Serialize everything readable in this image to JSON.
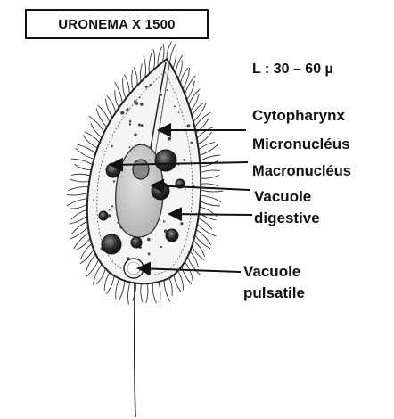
{
  "title": "URONEMA X 1500",
  "size_label": "L :  30 – 60 µ",
  "labels": {
    "cytopharynx": "Cytopharynx",
    "micronucleus": "Micronucléus",
    "macronucleus": "Macronucléus",
    "vacuole_digestive_l1": "Vacuole",
    "vacuole_digestive_l2": "digestive",
    "vacuole_pulsatile_l1": "Vacuole",
    "vacuole_pulsatile_l2": "pulsatile"
  },
  "colors": {
    "ink": "#111111",
    "cell_fill": "#f4f4f4",
    "nucleus_fill": "#c9c9c9",
    "vacuole_fill": "#2e2e2e"
  }
}
